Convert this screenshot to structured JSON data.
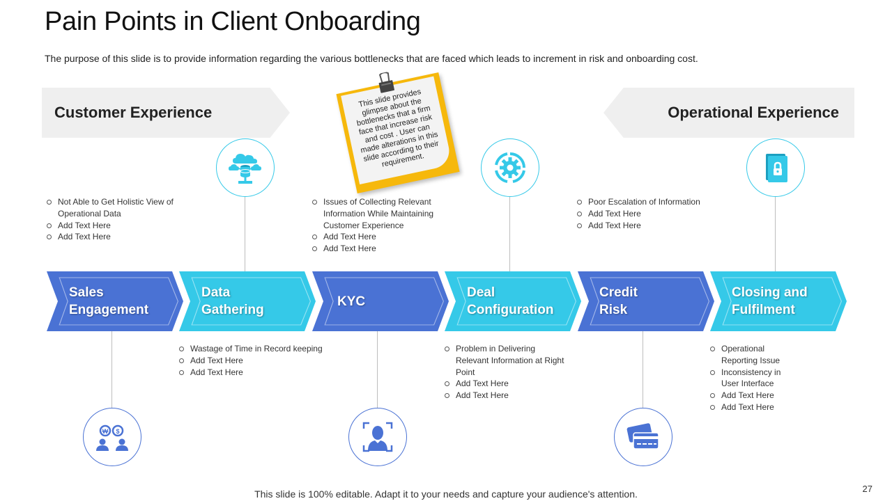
{
  "slide": {
    "title": "Pain Points in Client Onboarding",
    "subtitle": "The purpose of this slide is to provide information regarding the various bottlenecks that are faced which leads to increment in risk and onboarding cost.",
    "footer": "This slide is 100% editable. Adapt it to your needs and capture your audience's attention.",
    "page_number": "27"
  },
  "sections": {
    "left": "Customer Experience",
    "right": "Operational Experience"
  },
  "note": {
    "text": "This slide provides glimpse about the bottlenecks that a firm face that increase risk and cost . User can made alterations in this slide according to their requirement."
  },
  "colors": {
    "blue": "#4a72d4",
    "cyan": "#35c9e8",
    "note_yellow": "#f6b80c"
  },
  "stages": [
    {
      "lines": [
        "Sales",
        "Engagement"
      ],
      "icon": "people-exchange-icon",
      "points": [
        "Not Able to Get Holistic View of Operational Data",
        "Add Text Here",
        "Add Text Here"
      ]
    },
    {
      "lines": [
        "Data",
        "Gathering"
      ],
      "icon": "cloud-database-icon",
      "points": [
        "Wastage of Time in Record keeping",
        "Add Text Here",
        "Add Text Here"
      ]
    },
    {
      "lines": [
        "KYC"
      ],
      "icon": "user-scan-icon",
      "points": [
        "Issues of Collecting Relevant Information While Maintaining Customer Experience",
        "Add Text Here",
        "Add Text Here"
      ]
    },
    {
      "lines": [
        "Deal",
        "Configuration"
      ],
      "icon": "gear-cycle-icon",
      "points": [
        "Problem in Delivering Relevant Information at Right Point",
        "Add Text Here",
        "Add Text Here"
      ]
    },
    {
      "lines": [
        "Credit",
        "Risk"
      ],
      "icon": "credit-card-icon",
      "points": [
        "Poor Escalation of Information",
        "Add Text Here",
        "Add Text Here"
      ]
    },
    {
      "lines": [
        "Closing and",
        "Fulfilment"
      ],
      "icon": "locked-book-icon",
      "points": [
        "Operational Reporting Issue",
        "Inconsistency in User Interface",
        "Add Text Here",
        "Add Text Here"
      ]
    }
  ]
}
